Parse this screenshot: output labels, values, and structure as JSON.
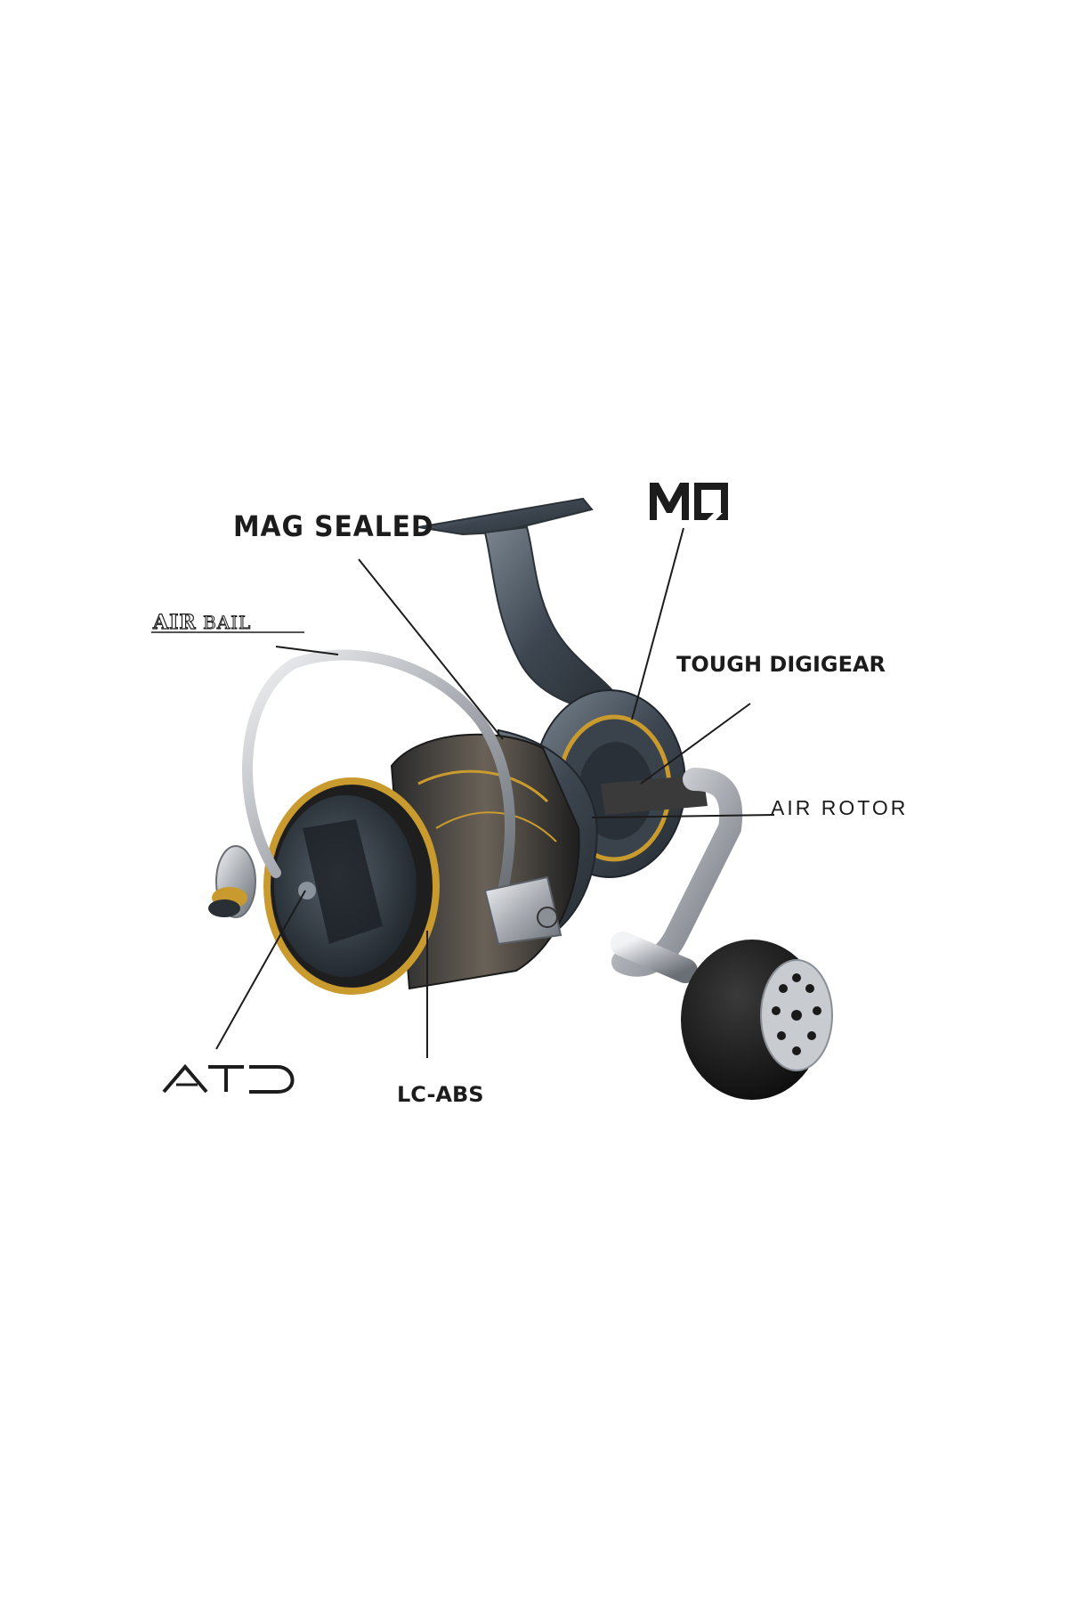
{
  "labels": {
    "mag_sealed": "MAG SEALED",
    "mq": "MQ",
    "airbail": "AIRBAIL",
    "tough_digigear": "TOUGH DIGIGEAR",
    "air_rotor": "AIR ROTOR",
    "atd": "ATD",
    "lc_abs": "LC-ABS"
  },
  "colors": {
    "background": "#ffffff",
    "label_text": "#1c1c1c",
    "gold_accent": "#c99a2e",
    "body_metal": "#4a5560",
    "knob_black": "#1a1a1a",
    "silver": "#c8cbd0"
  }
}
